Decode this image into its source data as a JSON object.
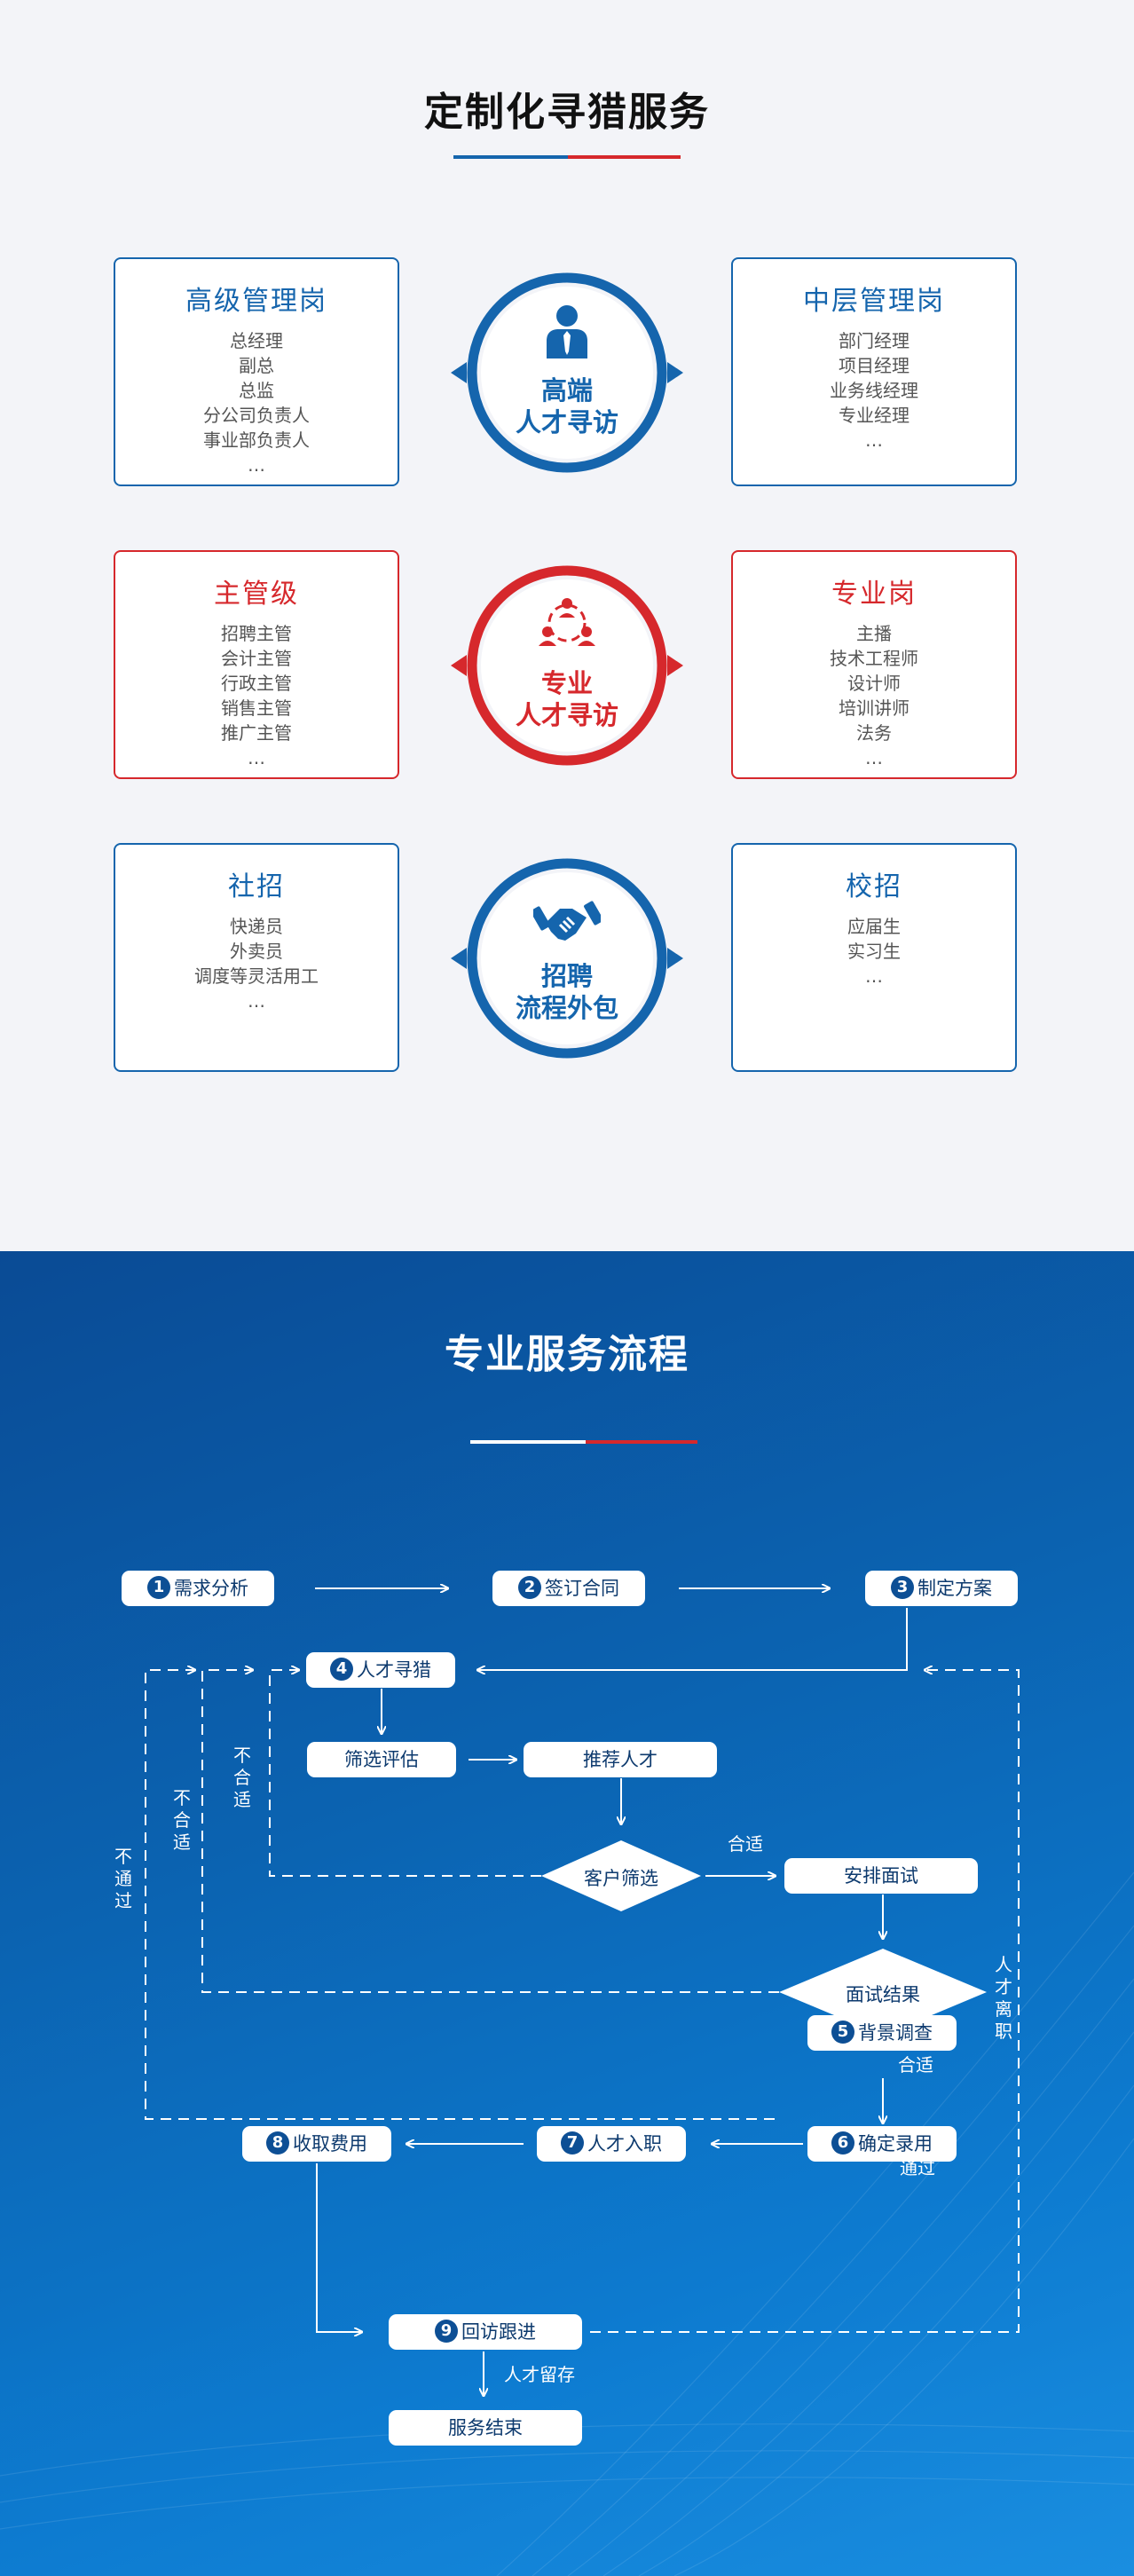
{
  "section1": {
    "title": "定制化寻猎服务",
    "line_colors": [
      "#1565ad",
      "#d6282c"
    ],
    "cards": {
      "senior": {
        "title": "高级管理岗",
        "items": [
          "总经理",
          "副总",
          "总监",
          "分公司负责人",
          "事业部负责人",
          "…"
        ]
      },
      "middle": {
        "title": "中层管理岗",
        "items": [
          "部门经理",
          "项目经理",
          "业务线经理",
          "专业经理",
          "…"
        ]
      },
      "supervisor": {
        "title": "主管级",
        "items": [
          "招聘主管",
          "会计主管",
          "行政主管",
          "销售主管",
          "推广主管",
          "…"
        ]
      },
      "professional": {
        "title": "专业岗",
        "items": [
          "主播",
          "技术工程师",
          "设计师",
          "培训讲师",
          "法务",
          "…"
        ]
      },
      "social": {
        "title": "社招",
        "items": [
          "快递员",
          "外卖员",
          "调度等灵活用工",
          "…"
        ]
      },
      "campus": {
        "title": "校招",
        "items": [
          "应届生",
          "实习生",
          "…"
        ]
      }
    },
    "circles": {
      "high_end": {
        "line1": "高端",
        "line2": "人才寻访",
        "color": "#1565ad",
        "icon": "person-with-tie-icon"
      },
      "pro": {
        "line1": "专业",
        "line2": "人才寻访",
        "color": "#d6282c",
        "icon": "team-network-icon"
      },
      "outsourcing": {
        "line1": "招聘",
        "line2": "流程外包",
        "color": "#1565ad",
        "icon": "handshake-icon"
      }
    }
  },
  "section2": {
    "title": "专业服务流程",
    "steps": {
      "s1": {
        "num": "1",
        "label": "需求分析"
      },
      "s2": {
        "num": "2",
        "label": "签订合同"
      },
      "s3": {
        "num": "3",
        "label": "制定方案"
      },
      "s4": {
        "num": "4",
        "label": "人才寻猎"
      },
      "s5": {
        "num": "5",
        "label": "背景调查"
      },
      "s6": {
        "num": "6",
        "label": "确定录用"
      },
      "s7": {
        "num": "7",
        "label": "人才入职"
      },
      "s8": {
        "num": "8",
        "label": "收取费用"
      },
      "s9": {
        "num": "9",
        "label": "回访跟进"
      }
    },
    "nodes": {
      "screening": "筛选评估",
      "recommend": "推荐人才",
      "client_filter": "客户筛选",
      "arrange_interview": "安排面试",
      "interview_result": "面试结果",
      "service_end": "服务结束"
    },
    "labels": {
      "fit1": "合适",
      "fit2": "合适",
      "pass": "通过",
      "retention": "人才留存",
      "unfit_inner": "不合适",
      "unfit_outer": "不合适",
      "fail": "不通过",
      "talent_leave": "人才离职"
    }
  }
}
